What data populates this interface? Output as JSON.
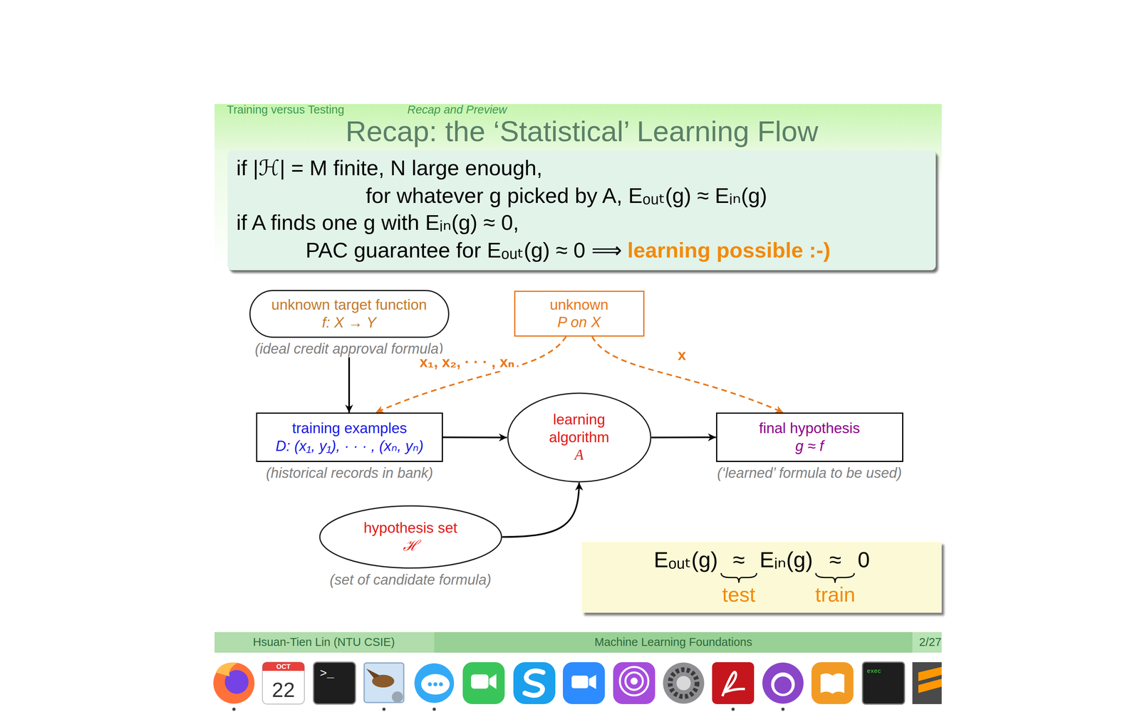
{
  "diagram": {
    "title": "Recap: the ‘Statistical’ Learning Flow",
    "nodes": [
      {
        "text": [
          "if |ℋ| = M finite, N large enough,",
          "for whatever g picked by A, Eₒᵤₜ(g) ≈ Eᵢₙ(g)",
          "if A finds one g with Eᵢₙ(g) ≈ 0,",
          "PAC guarantee for Eₒᵤₜ(g) ≈ 0 ⟹",
          "learning possible :-)"
        ]
      },
      {
        "text": [
          "unknown target function",
          "f: X → Y",
          "(ideal credit approval formula)"
        ]
      },
      {
        "text": [
          "unknown",
          "P on X"
        ]
      },
      {
        "text": [
          "training examples",
          "D: (x₁, y₁), · · · , (xₙ, yₙ)",
          "(historical records in bank)"
        ]
      },
      {
        "text": [
          "learning algorithm",
          "A"
        ]
      },
      {
        "text": [
          "final hypothesis",
          "g ≈ f",
          "(‘learned’ formula to be used)"
        ]
      },
      {
        "text": [
          "hypothesis set",
          "ℋ",
          "(set of candidate formula)"
        ]
      },
      {
        "text": [
          "Eₒᵤₜ(g)",
          "≈",
          "Eᵢₙ(g)",
          "≈",
          "0",
          "test",
          "train"
        ]
      }
    ],
    "edges": [
      {
        "from": 1,
        "to": 3,
        "arrow": "to"
      },
      {
        "from": 2,
        "to": 3,
        "label": "x₁, x₂, · · · , xₙ",
        "arrow": "to"
      },
      {
        "from": 2,
        "to": 5,
        "label": "x",
        "arrow": "to"
      },
      {
        "from": 3,
        "to": 4,
        "arrow": "to"
      },
      {
        "from": 4,
        "to": 5,
        "arrow": "to"
      },
      {
        "from": 6,
        "to": 4,
        "arrow": "to"
      }
    ],
    "labels": [
      "Training versus Testing",
      "Recap and Preview",
      "Hsuan-Tien Lin (NTU CSIE)",
      "Machine Learning Foundations",
      "2/27",
      "OCT",
      "22",
      ">_",
      "exec"
    ]
  }
}
